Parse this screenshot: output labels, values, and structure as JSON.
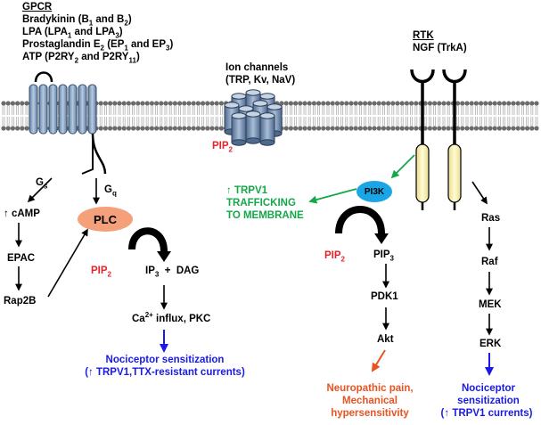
{
  "gpcr": {
    "heading": "GPCR",
    "line1": "Bradykinin (B1 and B2)",
    "line2": "LPA (LPA1 and LPA3)",
    "line3": "Prostaglandin E2 (EP1 and EP3)",
    "line4": "ATP (P2RY2 and P2RY11)"
  },
  "ion_channels": {
    "title": "Ion channels",
    "subtitle": "(TRP, Kv, NaV)",
    "pip2": "PIP2"
  },
  "rtk": {
    "heading": "RTK",
    "receptor": "NGF (TrkA)"
  },
  "gpcr_pathway": {
    "gs": "Gs",
    "gq": "Gq",
    "camp": "↑ cAMP",
    "epac": "EPAC",
    "rap2b": "Rap2B",
    "plc": "PLC",
    "pip2": "PIP2",
    "ip3_dag": "IP3 + DAG",
    "ca_pkc": "Ca2+ influx, PKC",
    "outcome_line1": "Nociceptor sensitization",
    "outcome_line2": "(↑ TRPV1,TTX-resistant currents)"
  },
  "pi3k_pathway": {
    "pi3k": "PI3K",
    "trafficking_line1": "↑ TRPV1",
    "trafficking_line2": "TRAFFICKING",
    "trafficking_line3": "TO MEMBRANE",
    "pip2": "PIP2",
    "pip3": "PIP3",
    "pdk1": "PDK1",
    "akt": "Akt",
    "outcome_line1": "Neuropathic pain,",
    "outcome_line2": "Mechanical",
    "outcome_line3": "hypersensitivity"
  },
  "mapk_pathway": {
    "ras": "Ras",
    "raf": "Raf",
    "mek": "MEK",
    "erk": "ERK",
    "outcome_line1": "Nociceptor",
    "outcome_line2": "sensitization",
    "outcome_line3": "(↑ TRPV1 currents)"
  },
  "colors": {
    "membrane_head": "#6b6b6b",
    "membrane_tail": "#b8b8b8",
    "receptor": "#8aa8c8",
    "channel": "#7d96b5",
    "plc": "#f4a07a",
    "pi3k": "#1aa5e6",
    "rtk": "#f8f0b0",
    "pip2_text": "#e8222b",
    "green": "#14a84a",
    "blue": "#1a1ae6",
    "orange": "#e8531f"
  }
}
